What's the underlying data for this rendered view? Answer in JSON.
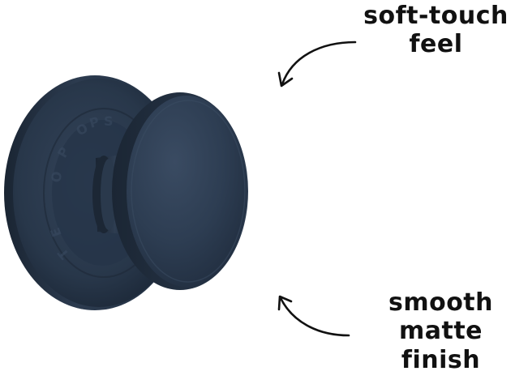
{
  "annotations": {
    "top": {
      "lines": [
        "soft-touch",
        "feel"
      ]
    },
    "bottom": {
      "lines": [
        "smooth",
        "matte",
        "finish"
      ]
    }
  },
  "product": {
    "name": "phone grip",
    "color": "#2c3a4c",
    "embossed_text": "POPSOCKETS"
  },
  "icons": {
    "top_arrow": "curved-arrow-icon",
    "bottom_arrow": "curved-arrow-icon"
  }
}
